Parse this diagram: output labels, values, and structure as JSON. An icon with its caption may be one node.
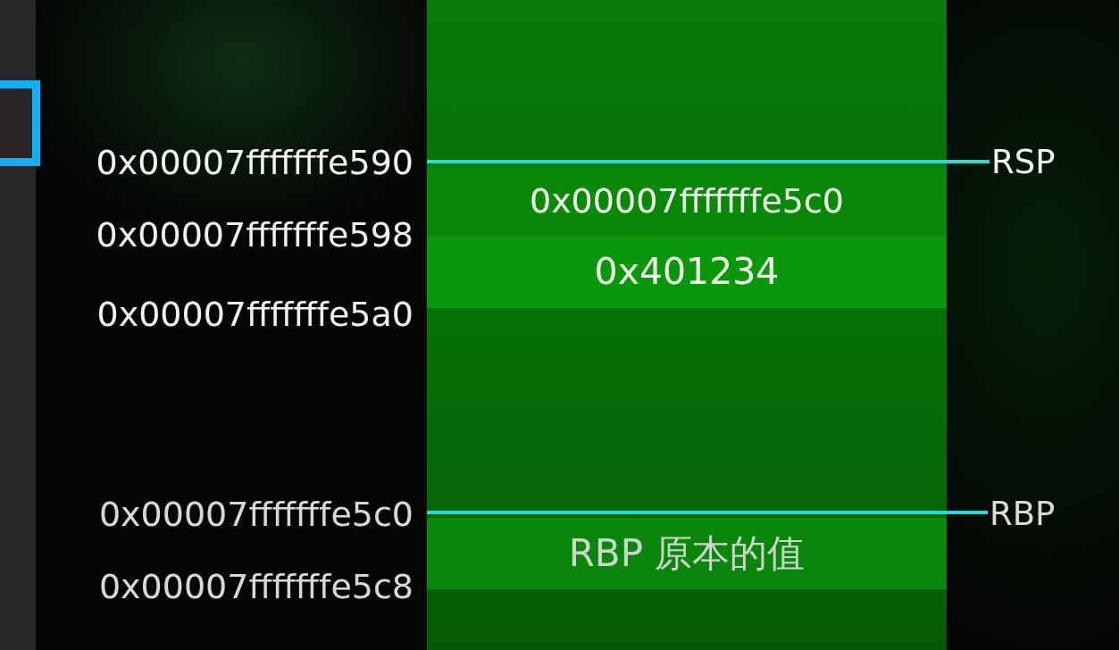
{
  "diagram": {
    "nodes": [
      {
        "text": [],
        "shape": "bar"
      },
      {
        "text": [
          "RSP"
        ]
      },
      {
        "text": [
          "0x00007fffffffe5c0"
        ],
        "in": 0
      },
      {
        "text": [
          "0x401234"
        ],
        "in": 0
      },
      {
        "text": [
          "RBP"
        ]
      },
      {
        "text": [
          "RBP 原本的值"
        ],
        "in": 0
      }
    ],
    "edges": [
      {
        "from": 1,
        "to": 0,
        "arrow": "none"
      },
      {
        "from": 4,
        "to": 0,
        "arrow": "none"
      }
    ],
    "labels": [
      "0x00007fffffffe590",
      "0x00007fffffffe598",
      "0x00007fffffffe5a0",
      "0x00007fffffffe5c0",
      "0x00007fffffffe5c8"
    ]
  }
}
